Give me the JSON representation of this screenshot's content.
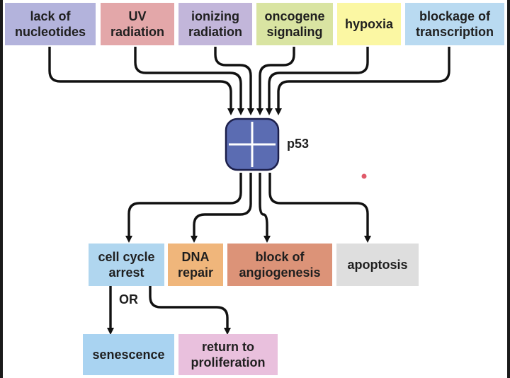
{
  "inputs": [
    {
      "label": "lack of\nnucleotides",
      "color": "#b3b3dc"
    },
    {
      "label": "UV\nradiation",
      "color": "#e3a7a9"
    },
    {
      "label": "ionizing\nradiation",
      "color": "#c2b6da"
    },
    {
      "label": "oncogene\nsignaling",
      "color": "#d9e4a2"
    },
    {
      "label": "hypoxia",
      "color": "#fbf7a3"
    },
    {
      "label": "blockage of\ntranscription",
      "color": "#b9daf1"
    }
  ],
  "hub": {
    "label": "p53",
    "color": "#5b6cb2"
  },
  "outputs": [
    {
      "label": "cell cycle\narrest",
      "color": "#b0d6ef"
    },
    {
      "label": "DNA\nrepair",
      "color": "#f0b67b"
    },
    {
      "label": "block of\nangiogenesis",
      "color": "#dc9378"
    },
    {
      "label": "apoptosis",
      "color": "#dedede"
    }
  ],
  "branch_label": "OR",
  "fates": [
    {
      "label": "senescence",
      "color": "#a9d3f1"
    },
    {
      "label": "return to\nproliferation",
      "color": "#e9c0dd"
    }
  ],
  "pointer_dot_color": "#e05a6a"
}
